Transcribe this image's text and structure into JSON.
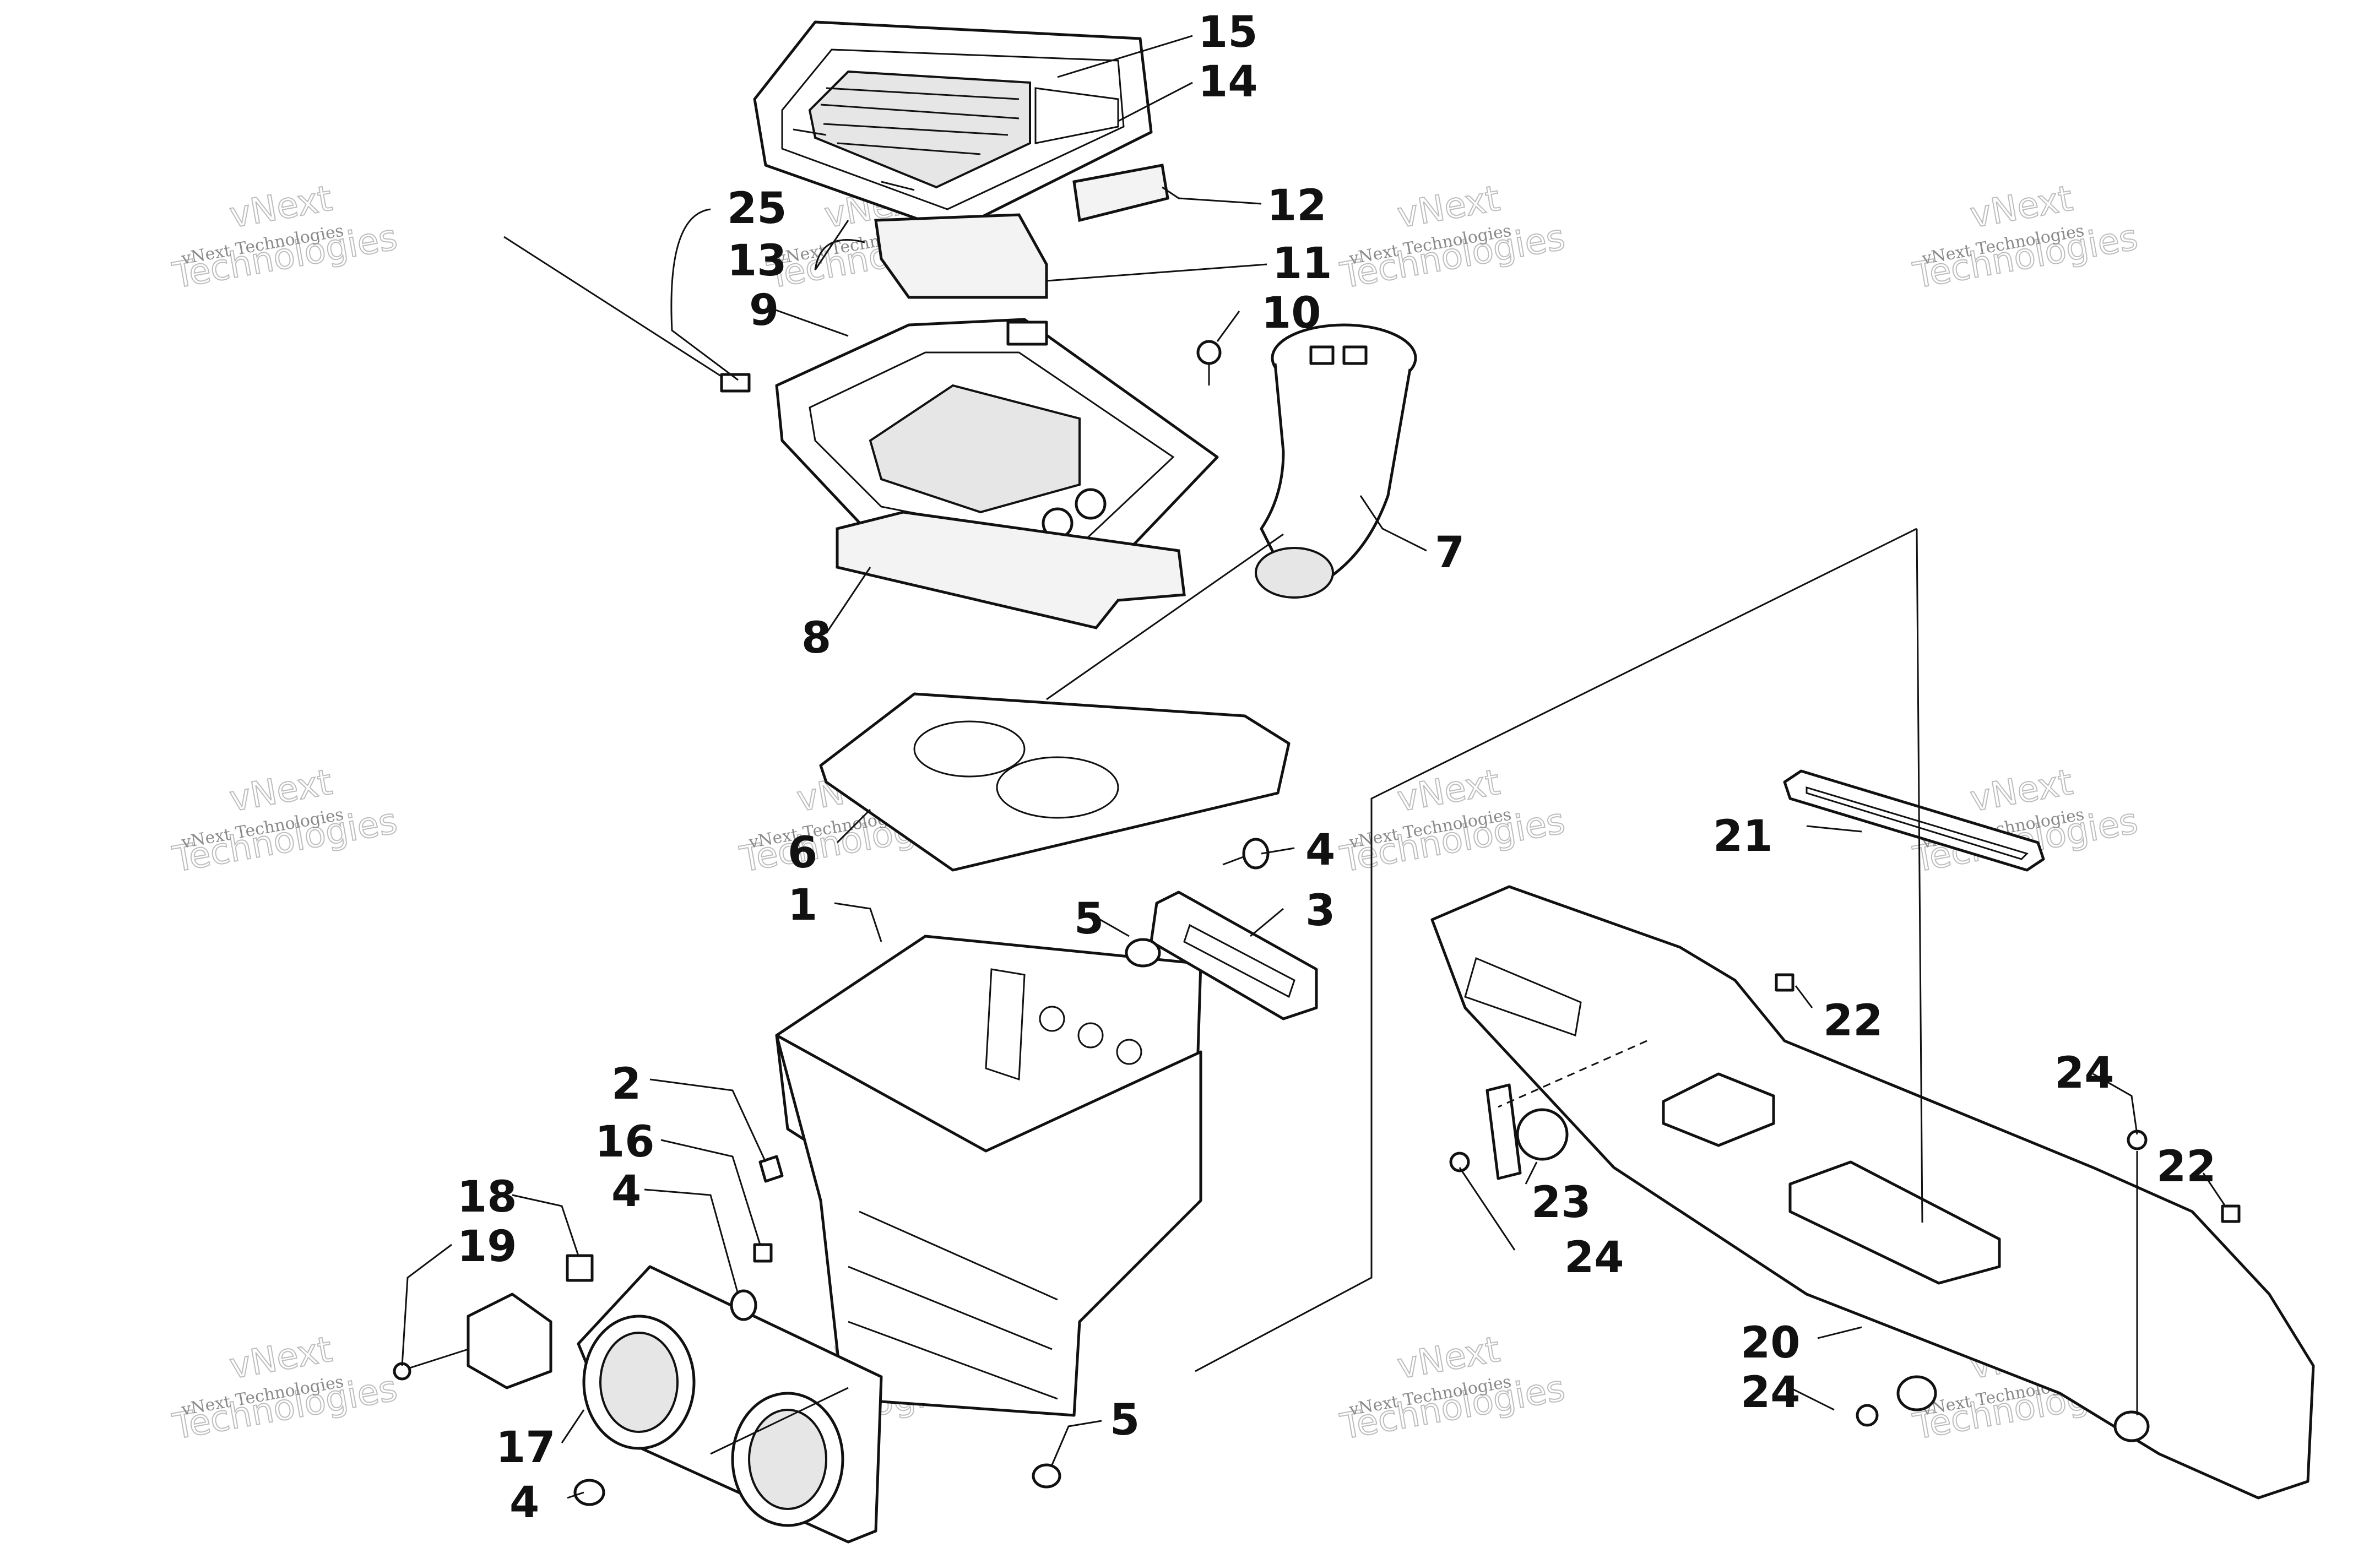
{
  "callouts": [
    {
      "id": "c15",
      "text": "15"
    },
    {
      "id": "c14",
      "text": "14"
    },
    {
      "id": "c12",
      "text": "12"
    },
    {
      "id": "c25",
      "text": "25"
    },
    {
      "id": "c13",
      "text": "13"
    },
    {
      "id": "c11",
      "text": "11"
    },
    {
      "id": "c9",
      "text": "9"
    },
    {
      "id": "c10",
      "text": "10"
    },
    {
      "id": "c7",
      "text": "7"
    },
    {
      "id": "c8",
      "text": "8"
    },
    {
      "id": "c6",
      "text": "6"
    },
    {
      "id": "c4a",
      "text": "4"
    },
    {
      "id": "c1",
      "text": "1"
    },
    {
      "id": "c5a",
      "text": "5"
    },
    {
      "id": "c3",
      "text": "3"
    },
    {
      "id": "c21",
      "text": "21"
    },
    {
      "id": "c22a",
      "text": "22"
    },
    {
      "id": "c2",
      "text": "2"
    },
    {
      "id": "c16",
      "text": "16"
    },
    {
      "id": "c4b",
      "text": "4"
    },
    {
      "id": "c18",
      "text": "18"
    },
    {
      "id": "c19",
      "text": "19"
    },
    {
      "id": "c24a",
      "text": "24"
    },
    {
      "id": "c22b",
      "text": "22"
    },
    {
      "id": "c23",
      "text": "23"
    },
    {
      "id": "c24b",
      "text": "24"
    },
    {
      "id": "c20",
      "text": "20"
    },
    {
      "id": "c24c",
      "text": "24"
    },
    {
      "id": "c17",
      "text": "17"
    },
    {
      "id": "c5b",
      "text": "5"
    },
    {
      "id": "c4c",
      "text": "4"
    }
  ],
  "watermark": {
    "line1": "vNext Technologies",
    "line2": "vNext",
    "line3": "Technologies"
  }
}
